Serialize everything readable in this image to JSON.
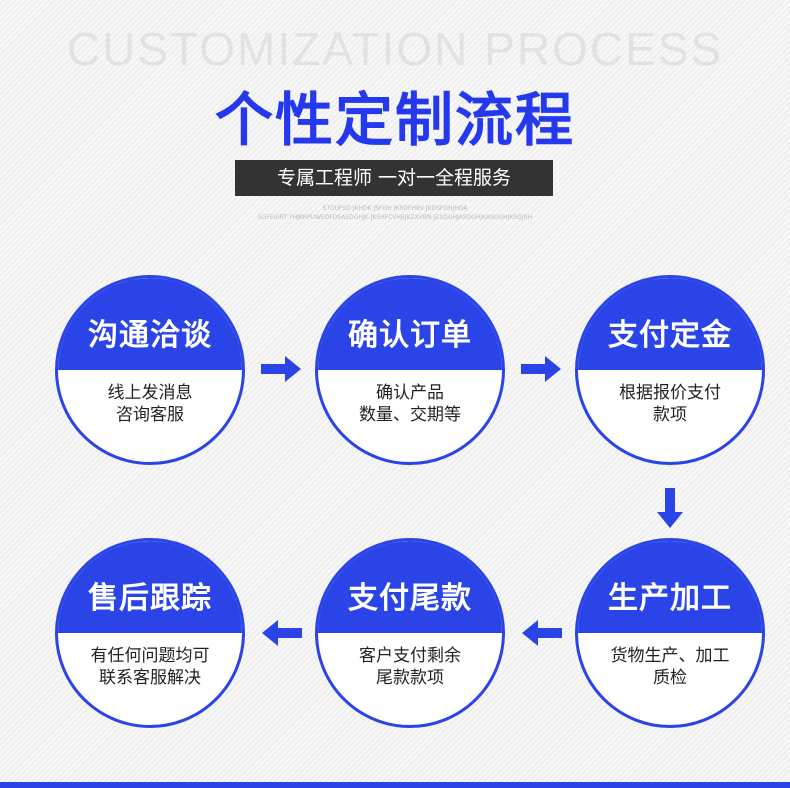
{
  "background_text": "CUSTOMIZATION PROCESS",
  "title": "个性定制流程",
  "subtitle": "专属工程师 一对一全程服务",
  "tiny_text": [
    "STGUFSD JKHDK JSFGH JKRDFH8V JKDSFGHJHDA",
    "SGFEUIRT YHJKRPUWEDFDSASDGHJK JKSHFCVHEJKZXVBN JZXDGHJASDGHJKASDGHJKSGJRH"
  ],
  "accent_color": "#2a44e8",
  "steps": [
    {
      "title": "沟通洽谈",
      "lines": [
        "线上发消息",
        "咨询客服"
      ]
    },
    {
      "title": "确认订单",
      "lines": [
        "确认产品",
        "数量、交期等"
      ]
    },
    {
      "title": "支付定金",
      "lines": [
        "根据报价支付",
        "款项"
      ]
    },
    {
      "title": "生产加工",
      "lines": [
        "货物生产、加工",
        "质检"
      ]
    },
    {
      "title": "支付尾款",
      "lines": [
        "客户支付剩余",
        "尾款款项"
      ]
    },
    {
      "title": "售后跟踪",
      "lines": [
        "有任何问题均可",
        "联系客服解决"
      ]
    }
  ]
}
